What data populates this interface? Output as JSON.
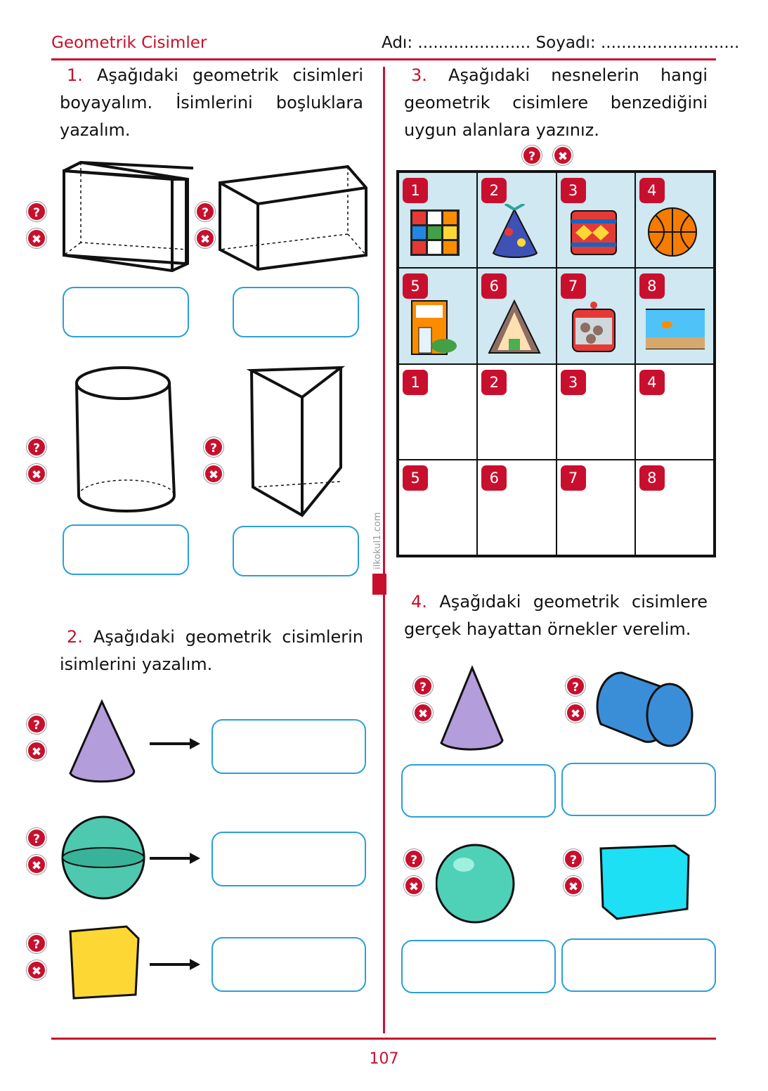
{
  "header": {
    "title": "Geometrik Cisimler",
    "name_field": "Adı: ...................... Soyadı: ..........................."
  },
  "q1": {
    "number": "1.",
    "text": "Aşağıdaki geometrik cisimleri boyayalım. İsimlerini boşluklara yazalım."
  },
  "q2": {
    "number": "2.",
    "text": "Aşağıdaki geometrik cisimlerin isimlerini yazalım."
  },
  "q3": {
    "number": "3.",
    "text": "Aşağıdaki nesnelerin hangi geometrik cisimlere benzediğini uygun alanlara yazınız.",
    "cells": [
      "1",
      "2",
      "3",
      "4",
      "5",
      "6",
      "7",
      "8",
      "1",
      "2",
      "3",
      "4",
      "5",
      "6",
      "7",
      "8"
    ],
    "objects": [
      "rubik-cube",
      "party-hat",
      "drum",
      "basketball",
      "cereal-box",
      "a-frame-house",
      "cookie-jar",
      "aquarium"
    ]
  },
  "q4": {
    "number": "4.",
    "text": "Aşağıdaki geometrik cisimlere gerçek hayattan örnekler verelim."
  },
  "icons": {
    "help": "?",
    "remove": "✖"
  },
  "watermark": "ilkokul1.com",
  "page_number": "107",
  "colors": {
    "accent": "#c8102e",
    "box": "#2b9fd9",
    "cell_bg": "#cfe8f1"
  }
}
